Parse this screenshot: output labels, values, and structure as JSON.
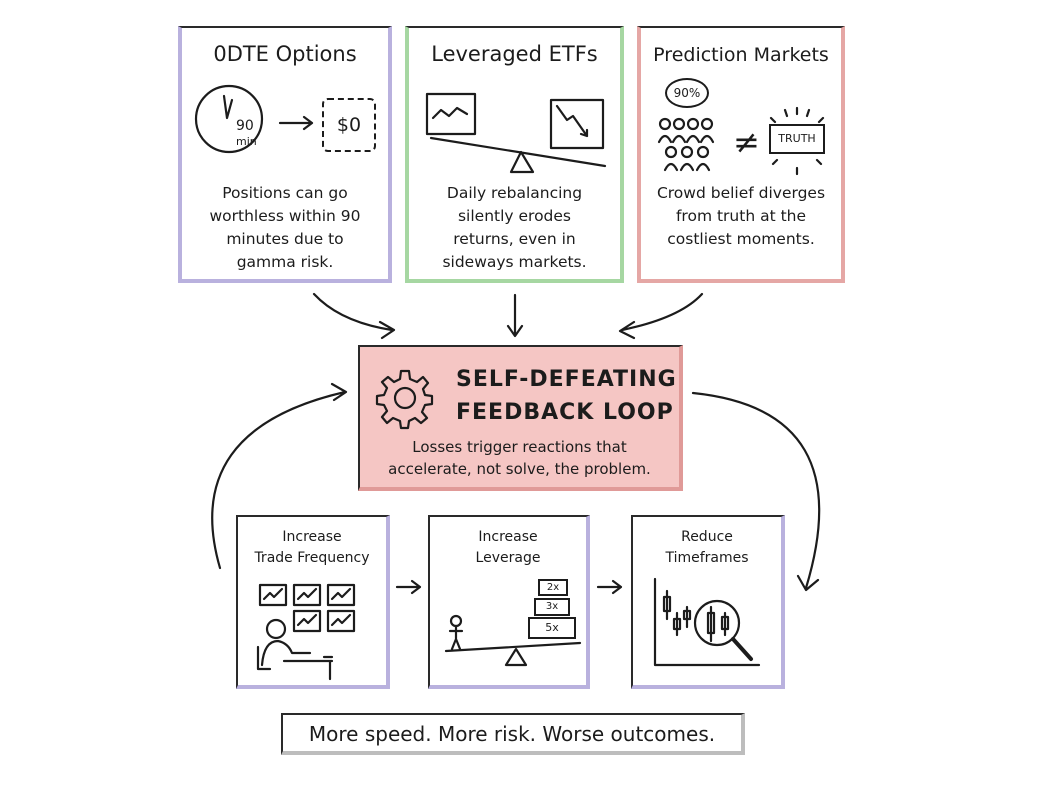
{
  "cards": [
    {
      "title": "0DTE Options",
      "description": "Positions can go worthless within 90 minutes due to gamma risk.",
      "clock_label": "90",
      "clock_unit": "min",
      "value_label": "$0"
    },
    {
      "title": "Leveraged ETFs",
      "description": "Daily rebalancing silently erodes returns, even in sideways markets."
    },
    {
      "title": "Prediction Markets",
      "description": "Crowd belief diverges from truth at the costliest moments.",
      "bubble_label": "90%",
      "truth_label": "TRUTH"
    }
  ],
  "center": {
    "title_line1": "SELF-DEFEATING",
    "title_line2": "FEEDBACK LOOP",
    "description": "Losses trigger reactions that accelerate, not solve, the problem."
  },
  "steps": [
    {
      "title_line1": "Increase",
      "title_line2": "Trade Frequency"
    },
    {
      "title_line1": "Increase",
      "title_line2": "Leverage",
      "lev_labels": [
        "2x",
        "3x",
        "5x"
      ]
    },
    {
      "title_line1": "Reduce",
      "title_line2": "Timeframes"
    }
  ],
  "footer": "More speed. More risk. Worse outcomes.",
  "colors": {
    "purple": "#b9b1de",
    "green": "#a6d7a2",
    "red": "#e5a7a5",
    "center_fill": "#f5c6c4"
  }
}
